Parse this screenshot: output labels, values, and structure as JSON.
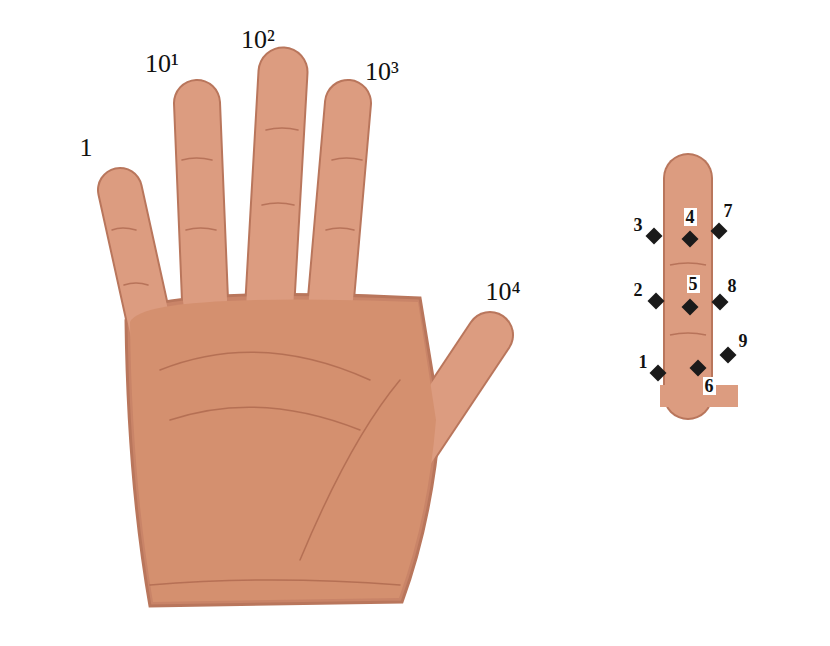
{
  "diagram": {
    "labels": [
      "1",
      "10¹",
      "10²",
      "10³",
      "10⁴",
      "3",
      "4",
      "7",
      "2",
      "5",
      "8",
      "1",
      "9",
      "6"
    ]
  }
}
